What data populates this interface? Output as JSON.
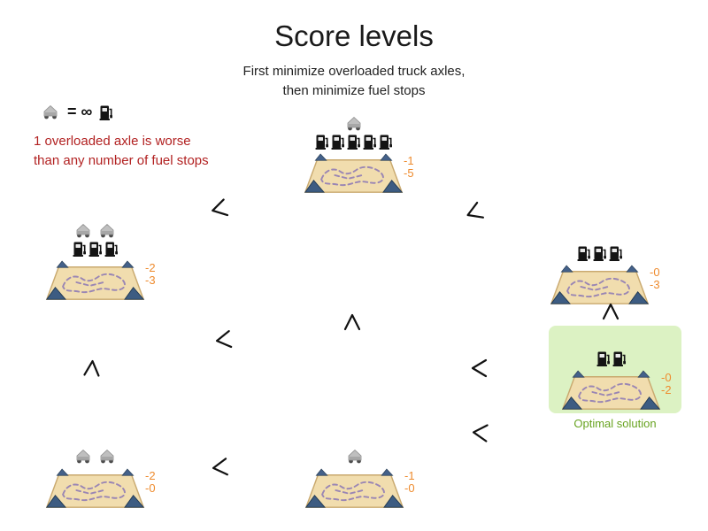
{
  "title": "Score levels",
  "subtitle": {
    "line1": "First minimize overloaded truck axles,",
    "line2": "then minimize fuel stops"
  },
  "legend": {
    "truck_count": 1,
    "equation": "= ∞",
    "pump_count": 1
  },
  "warning": {
    "line1": "1 overloaded axle is worse",
    "line2": "than any number of fuel stops"
  },
  "solutions": [
    {
      "position": "top-middle",
      "overloaded_axles": 1,
      "fuel_stops": 5,
      "hard_score": "-1",
      "soft_score": "-5"
    },
    {
      "position": "middle-left",
      "overloaded_axles": 2,
      "fuel_stops": 3,
      "hard_score": "-2",
      "soft_score": "-3"
    },
    {
      "position": "middle-right",
      "overloaded_axles": 0,
      "fuel_stops": 3,
      "hard_score": "-0",
      "soft_score": "-3"
    },
    {
      "position": "right-optimal",
      "overloaded_axles": 0,
      "fuel_stops": 2,
      "hard_score": "-0",
      "soft_score": "-2",
      "label": "Optimal solution"
    },
    {
      "position": "bottom-left",
      "overloaded_axles": 2,
      "fuel_stops": 0,
      "hard_score": "-2",
      "soft_score": "-0"
    },
    {
      "position": "bottom-middle",
      "overloaded_axles": 1,
      "fuel_stops": 0,
      "hard_score": "-1",
      "soft_score": "-0"
    }
  ],
  "optimal_label": "Optimal solution",
  "colors": {
    "score_text": "#ee8b2e",
    "warning_text": "#b22222",
    "optimal_bg": "#dcf2c3",
    "optimal_text": "#68a321",
    "map_fill": "#f1ddae",
    "route_dash": "#9a86b4",
    "tent_blue": "#3d5c82"
  }
}
